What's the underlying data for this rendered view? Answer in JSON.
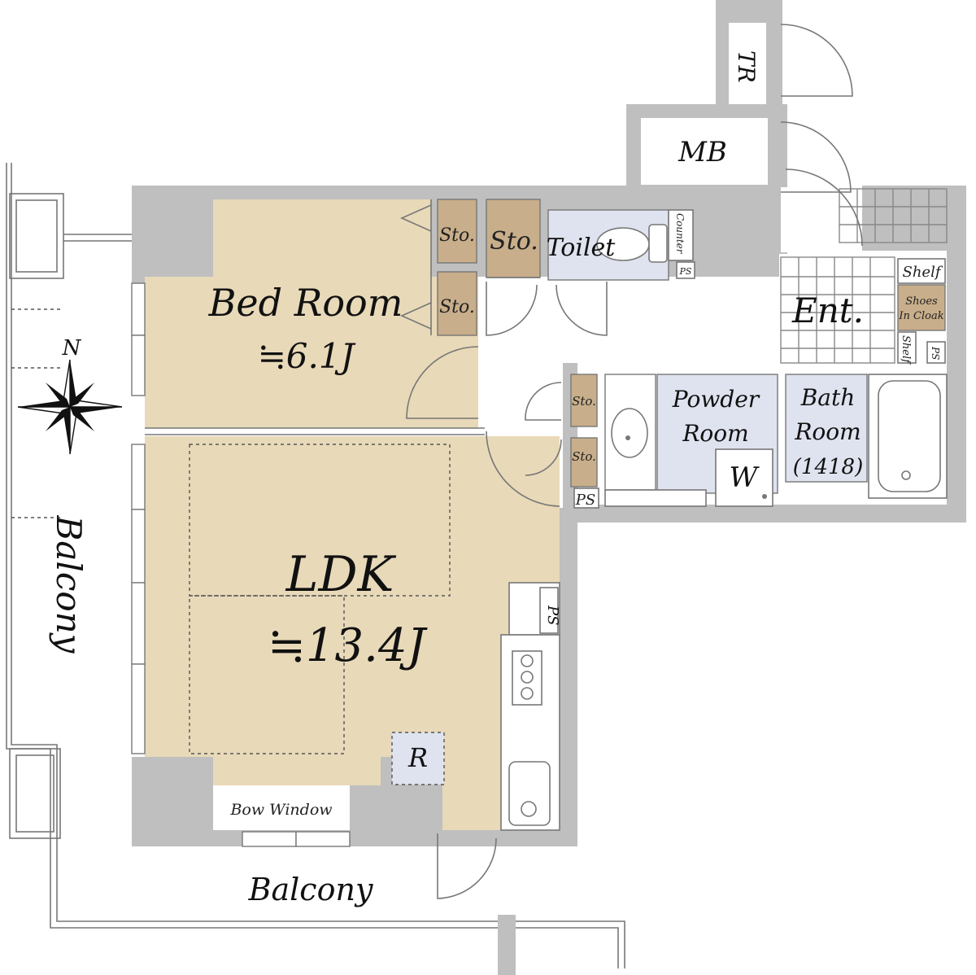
{
  "colors": {
    "wall": "#bfbfbf",
    "room_floor": "#e8d9b8",
    "storage": "#c8ae8a",
    "wet_area": "#dfe3ef",
    "line": "#777777"
  },
  "rooms": {
    "bed_room": {
      "name": "Bed Room",
      "area": "≒6.1J"
    },
    "ldk": {
      "name": "LDK",
      "area": "≒13.4J"
    },
    "toilet": "Toilet",
    "powder_room_line1": "Powder",
    "powder_room_line2": "Room",
    "bath_room_line1": "Bath",
    "bath_room_line2": "Room",
    "bath_room_size": "(1418)",
    "entrance": "Ent.",
    "mb": "MB",
    "tr": "TR",
    "balcony_side": "Balcony",
    "balcony_bottom": "Balcony",
    "bow_window": "Bow Window"
  },
  "fixtures": {
    "storage": "Sto.",
    "counter": "Counter",
    "pipe_space": "PS",
    "shelf": "Shelf",
    "shoes_cloak_line1": "Shoes",
    "shoes_cloak_line2": "In Cloak",
    "washer": "W",
    "refrigerator": "R"
  },
  "compass": {
    "north": "N"
  },
  "icons": [
    "compass-rose-icon",
    "toilet-icon",
    "sink-icon",
    "bathtub-icon",
    "stove-icon",
    "door-swing-icon"
  ]
}
